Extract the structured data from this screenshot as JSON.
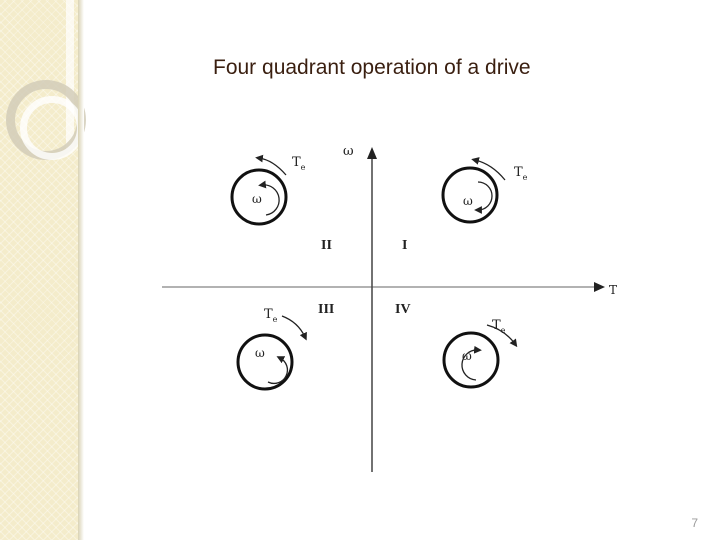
{
  "slide": {
    "title": "Four quadrant operation of a drive",
    "page_number": "7"
  },
  "diagram": {
    "y_axis_label": "ω",
    "x_axis_label": "T",
    "quadrants": [
      "I",
      "II",
      "III",
      "IV"
    ],
    "torque_symbol": "T",
    "torque_subscript": "e",
    "speed_symbol": "ω"
  },
  "colors": {
    "side_panel": "#f4eccb",
    "title_text": "#3a1f10",
    "diagram_ink": "#222222"
  },
  "icons": [
    "curved-arrow-icon",
    "machine-circle-icon",
    "axis-arrowhead-icon"
  ]
}
